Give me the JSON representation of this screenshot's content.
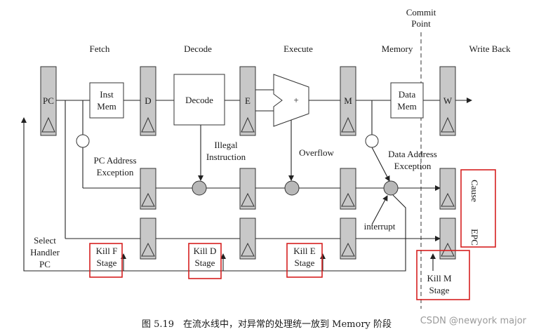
{
  "stages": {
    "fetch": "Fetch",
    "decode": "Decode",
    "execute": "Execute",
    "memory": "Memory",
    "write_back": "Write Back"
  },
  "commit_point": {
    "line1": "Commit",
    "line2": "Point"
  },
  "registers": {
    "pc": "PC",
    "d": "D",
    "e": "E",
    "m": "M",
    "w": "W"
  },
  "units": {
    "inst_mem": {
      "line1": "Inst",
      "line2": "Mem"
    },
    "decode": "Decode",
    "alu": "+",
    "data_mem": {
      "line1": "Data",
      "line2": "Mem"
    }
  },
  "exceptions": {
    "pc_address": {
      "line1": "PC Address",
      "line2": "Exception"
    },
    "illegal": {
      "line1": "Illegal",
      "line2": "Instruction"
    },
    "overflow": "Overflow",
    "data_address": {
      "line1": "Data Address",
      "line2": "Exception"
    },
    "interrupt": "interrupt"
  },
  "side_labels": {
    "cause": "Cause",
    "epc": "EPC"
  },
  "select_handler": {
    "line1": "Select",
    "line2": "Handler",
    "line3": "PC"
  },
  "kill": {
    "f": {
      "line1": "Kill F",
      "line2": "Stage"
    },
    "d": {
      "line1": "Kill D",
      "line2": "Stage"
    },
    "e": {
      "line1": "Kill E",
      "line2": "Stage"
    },
    "m": {
      "line1": "Kill M",
      "line2": "Stage"
    }
  },
  "caption": "图 5.19　在流水线中，对异常的处理统一放到 Memory 阶段",
  "watermark": "CSDN @newyork major",
  "colors": {
    "kill_highlight": "#d62020",
    "register_fill": "#c8c8c8"
  }
}
